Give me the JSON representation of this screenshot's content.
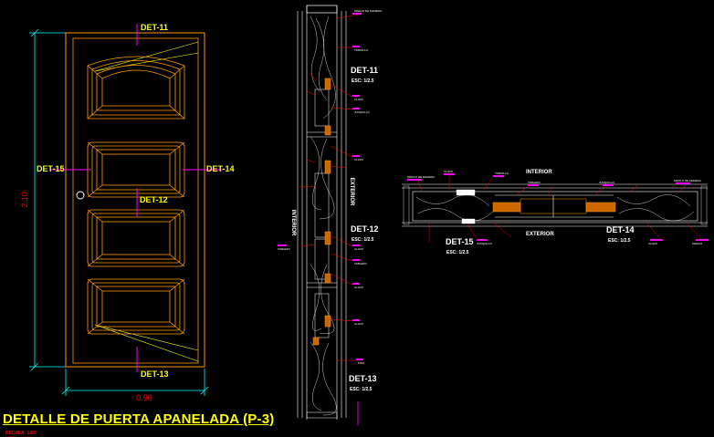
{
  "door": {
    "det_top": "DET-11",
    "det_left": "DET-15",
    "det_right": "DET-14",
    "det_mid": "DET-12",
    "det_bottom": "DET-13",
    "height_dim": "2.10",
    "width_dim": "0.90"
  },
  "section_vertical": {
    "det_a": "DET-11",
    "det_a_scale": "ESC: 1/2.5",
    "det_b": "DET-12",
    "det_b_scale": "ESC: 1/2.5",
    "det_c": "DET-13",
    "det_c_scale": "ESC: 1/2.5",
    "side_left": "INTERIOR",
    "side_right": "EXTERIOR"
  },
  "section_horizontal": {
    "top_label": "INTERIOR",
    "bottom_label": "EXTERIOR",
    "det_left": "DET-15",
    "det_left_scale": "ESC: 1/2.5",
    "det_right": "DET-14",
    "det_right_scale": "ESC: 1/2.5"
  },
  "title": "DETALLE DE PUERTA APANELADA (P-3)",
  "scale_note": "ESCALA: 1/20",
  "colors": {
    "background": "#000000",
    "door_lines": "#ff9900",
    "labels": "#ffff00",
    "callouts": "#ff00ff",
    "dimensions": "#00ffff",
    "leaders": "#ff0000"
  }
}
